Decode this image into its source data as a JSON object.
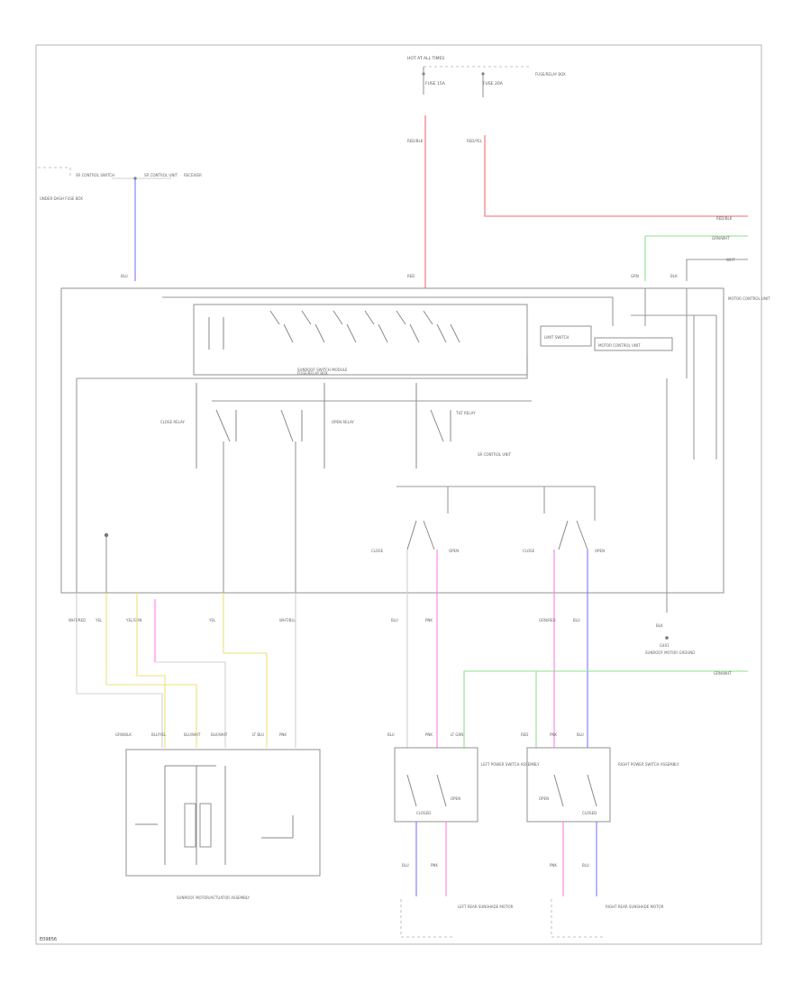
{
  "title": "",
  "figure_id": "E09856",
  "labels": {
    "hot_at_all_times": "HOT AT ALL TIMES",
    "fuse_a": "FUSE 15A",
    "fuse_b": "FUSE 20A",
    "fuse_box_top": "FUSE/RELAY BOX",
    "sr_control_switch": "SR CONTROL SWITCH",
    "sr_control_unit": "SR CONTROL UNIT",
    "under_dash": "UNDER-DASH FUSE BOX",
    "switch_module": "SUNROOF SWITCH MODULE",
    "receiver": "RECEIVER",
    "control_unit_right": "MOTOR CONTROL UNIT",
    "open_relay": "OPEN RELAY",
    "close_relay": "CLOSE RELAY",
    "tilt_relay": "TILT RELAY",
    "limit_switch": "LIMIT SWITCH",
    "close_a": "CLOSE",
    "open_a": "OPEN",
    "close_b": "CLOSE",
    "open_b": "OPEN",
    "ground_right": "G401",
    "ground_right_label": "SUNROOF MOTOR GROUND",
    "left_switch": "LEFT POWER SWITCH ASSEMBLY",
    "right_switch": "RIGHT POWER SWITCH ASSEMBLY",
    "left_motor": "LEFT REAR SUNSHADE MOTOR",
    "right_motor": "RIGHT REAR SUNSHADE MOTOR",
    "bottom_module": "SUNROOF MOTOR/ACTUATOR ASSEMBLY",
    "closed": "CLOSED",
    "open_bot_l": "OPEN",
    "open_bot_r": "OPEN",
    "closed_r": "CLOSED",
    "grn_conn": "GRN/WHT",
    "red_conn": "RED/BLK",
    "grn_conn2": "GRN/WHT",
    "wht_conn": "WHT"
  },
  "wires": {
    "w1": "WHT/RED",
    "w2": "RED/BLK",
    "w3": "RED/YEL",
    "w4": "BLU",
    "w5": "GRN",
    "w6": "YEL",
    "w7": "PNK",
    "w8": "BLU/WHT",
    "w9": "GRN/BLK",
    "w10": "RED",
    "w11": "BLK",
    "w12": "YEL/GRN",
    "w13": "WHT/BLU",
    "w14": "BLU",
    "w15": "PNK",
    "w16": "GRN/RED",
    "w17": "BLU/YEL",
    "w18": "LT GRN",
    "w19": "BLK",
    "w20": "BLU",
    "w21": "PNK",
    "w22": "RED",
    "w23": "LT BLU",
    "w24": "BLK/WHT"
  },
  "colors": {
    "red": "#f26b6b",
    "green": "#8ee08e",
    "blue": "#7a7aff",
    "pink": "#ff7fe6",
    "yellow": "#efe07a",
    "black": "#9a9a9a"
  }
}
